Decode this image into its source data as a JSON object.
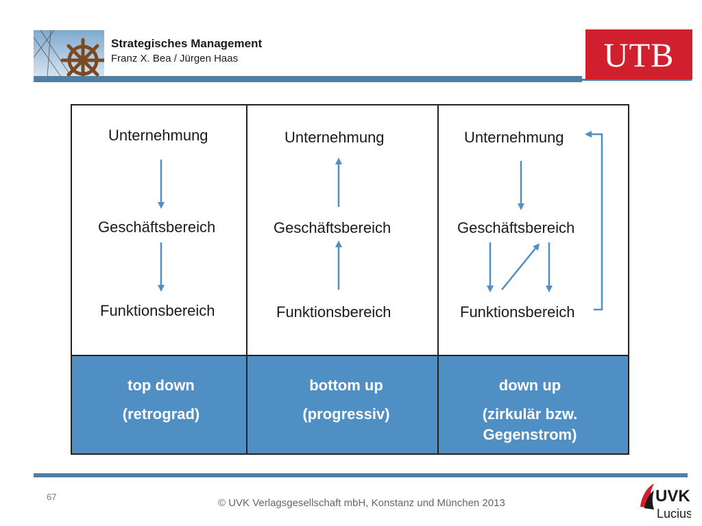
{
  "header": {
    "title": "Strategisches Management",
    "authors": "Franz X. Bea / Jürgen Haas",
    "logo_text": "UTB",
    "logo_color": "#d0202e",
    "accent_color": "#4f7fa3"
  },
  "diagram": {
    "columns": [
      {
        "levels": [
          "Unternehmung",
          "Geschäftsbereich",
          "Funktionsbereich"
        ],
        "direction": "down",
        "approach": "top down",
        "description": "(retrograd)"
      },
      {
        "levels": [
          "Unternehmung",
          "Geschäftsbereich",
          "Funktionsbereich"
        ],
        "direction": "up",
        "approach": "bottom up",
        "description": "(progressiv)"
      },
      {
        "levels": [
          "Unternehmung",
          "Geschäftsbereich",
          "Funktionsbereich"
        ],
        "direction": "circular",
        "approach": "down up",
        "description_line1": "(zirkulär bzw.",
        "description_line2": "Gegenstrom)"
      }
    ],
    "band_color": "#4f8fc4",
    "arrow_color": "#4f8fc4"
  },
  "footer": {
    "page_number": "67",
    "copyright": "© UVK Verlagsgesellschaft mbH, Konstanz und München 2013",
    "publisher_logo_top": "UVK",
    "publisher_logo_bottom": "Lucius"
  }
}
